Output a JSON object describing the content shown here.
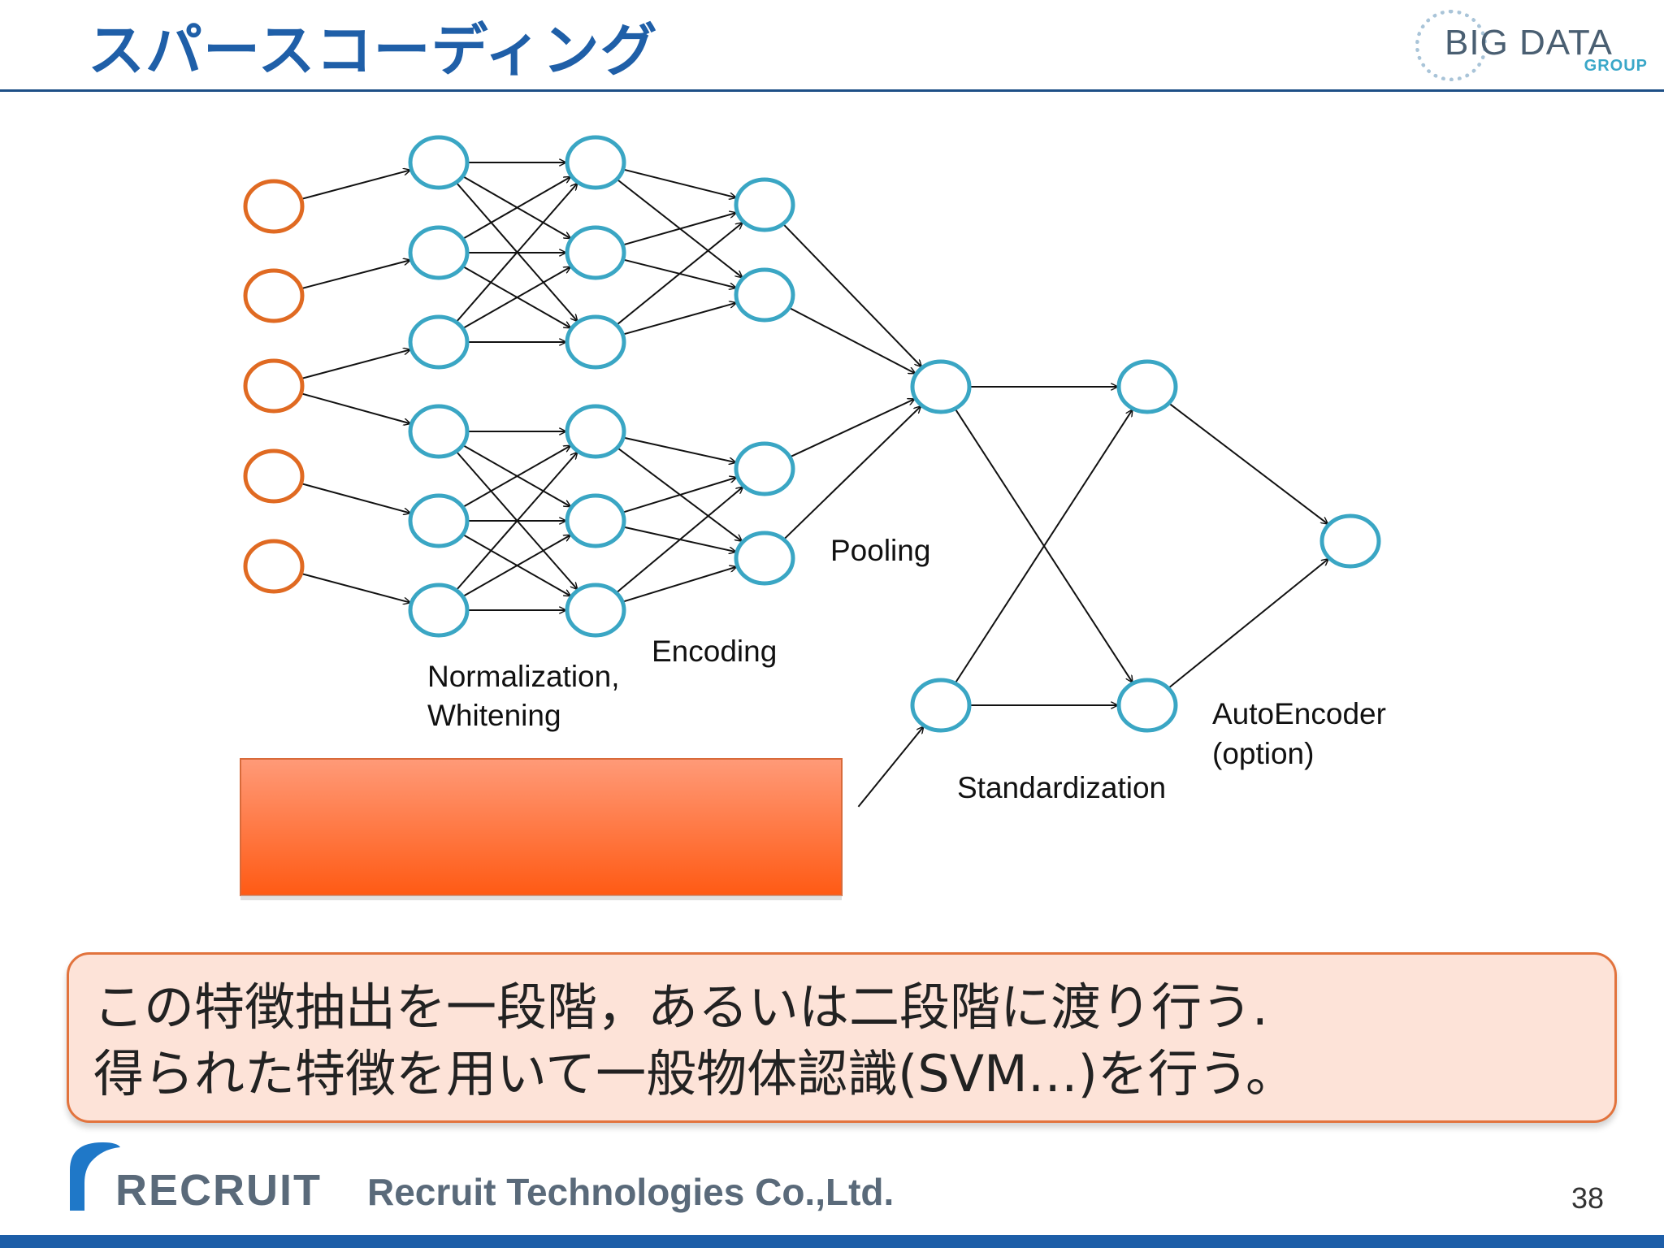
{
  "slide": {
    "title": "スパースコーディング",
    "page_number": "38"
  },
  "logo_top": {
    "name": "BIG DATA",
    "sub": "GROUP"
  },
  "diagram": {
    "labels": {
      "normalization_line1": "Normalization,",
      "normalization_line2": "Whitening",
      "encoding": "Encoding",
      "pooling": "Pooling",
      "standardization": "Standardization",
      "autoencoder_line1": "AutoEncoder",
      "autoencoder_line2": "(option)"
    },
    "colors": {
      "input_node": "#e06a22",
      "hidden_node": "#3aa6c4",
      "edge": "#111111",
      "box_top": "#ff9a78",
      "box_bottom": "#ff5a14"
    }
  },
  "note": {
    "line1": "この特徴抽出を一段階，あるいは二段階に渡り行う.",
    "line2": "得られた特徴を用いて一般物体認識(SVM…)を行う。"
  },
  "footer": {
    "logo_word": "RECRUIT",
    "company": "Recruit Technologies Co.,Ltd."
  }
}
